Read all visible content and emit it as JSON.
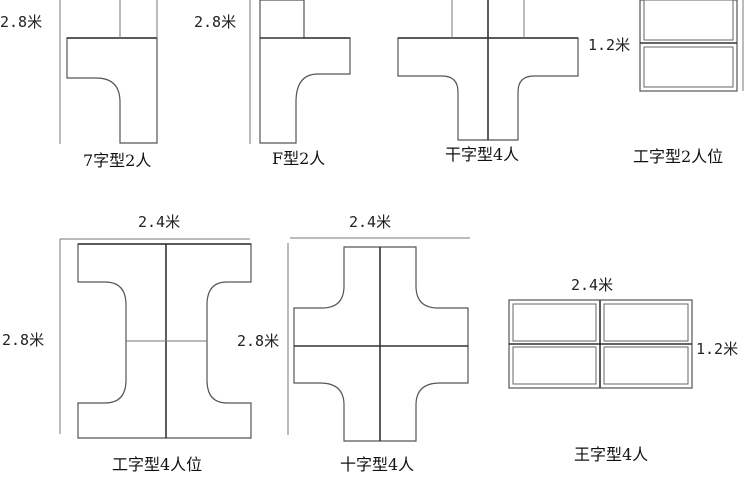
{
  "layouts": {
    "l7": {
      "caption": "7字型2人",
      "height_label": "2.8米"
    },
    "lf": {
      "caption": "F型2人",
      "height_label": "2.8米"
    },
    "lgan": {
      "caption": "干字型4人"
    },
    "lgong2": {
      "caption": "工字型2人位",
      "height_label": "1.2米"
    },
    "lgong4": {
      "caption": "工字型4人位",
      "width_label": "2.4米",
      "height_label": "2.8米"
    },
    "lshi": {
      "caption": "十字型4人",
      "width_label": "2.4米",
      "height_label": "2.8米"
    },
    "lwang": {
      "caption": "王字型4人",
      "width_label": "2.4米",
      "height_label": "1.2米"
    }
  }
}
